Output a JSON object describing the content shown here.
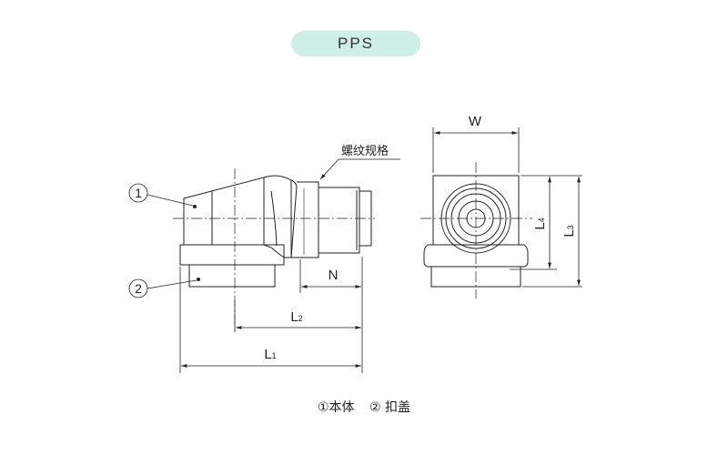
{
  "title": "PPS",
  "labels": {
    "part1": "1",
    "part2": "2",
    "thread_spec": "螺纹规格",
    "W": "W",
    "N": "N",
    "L1_base": "L",
    "L1_sub": "1",
    "L2_base": "L",
    "L2_sub": "2",
    "L3_base": "L",
    "L3_sub": "3",
    "L4_base": "L",
    "L4_sub": "4"
  },
  "legend": {
    "item1": "①本体",
    "item2": "② 扣盖"
  },
  "colors": {
    "pill": "#cfeee5",
    "line": "#222222"
  }
}
